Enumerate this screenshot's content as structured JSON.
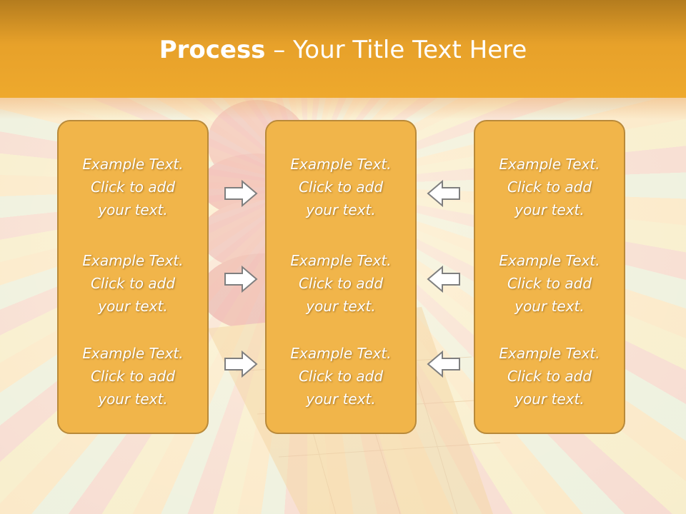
{
  "slide": {
    "title_bold": "Process",
    "title_rest": " – Your Title Text Here"
  },
  "columns": [
    {
      "items": [
        {
          "line1": "Example Text.",
          "line2": "Click  to add",
          "line3": "your text."
        },
        {
          "line1": "Example Text.",
          "line2": "Click  to add",
          "line3": "your text."
        },
        {
          "line1": "Example Text.",
          "line2": "Click  to add",
          "line3": "your text."
        }
      ]
    },
    {
      "items": [
        {
          "line1": "Example Text.",
          "line2": "Click  to add",
          "line3": "your text."
        },
        {
          "line1": "Example Text.",
          "line2": "Click  to add",
          "line3": "your text."
        },
        {
          "line1": "Example Text.",
          "line2": "Click  to add",
          "line3": "your text."
        }
      ]
    },
    {
      "items": [
        {
          "line1": "Example Text.",
          "line2": "Click  to add",
          "line3": "your text."
        },
        {
          "line1": "Example Text.",
          "line2": "Click  to add",
          "line3": "your text."
        },
        {
          "line1": "Example Text.",
          "line2": "Click  to add",
          "line3": "your text."
        }
      ]
    }
  ],
  "arrows": {
    "left_group": [
      "arrow-right-icon",
      "arrow-right-icon",
      "arrow-right-icon"
    ],
    "right_group": [
      "arrow-left-icon",
      "arrow-left-icon",
      "arrow-left-icon"
    ]
  },
  "colors": {
    "header": "#e7a12a",
    "box_fill": "#f1b54a",
    "box_border": "#b98a3a",
    "text": "#ffffff"
  }
}
